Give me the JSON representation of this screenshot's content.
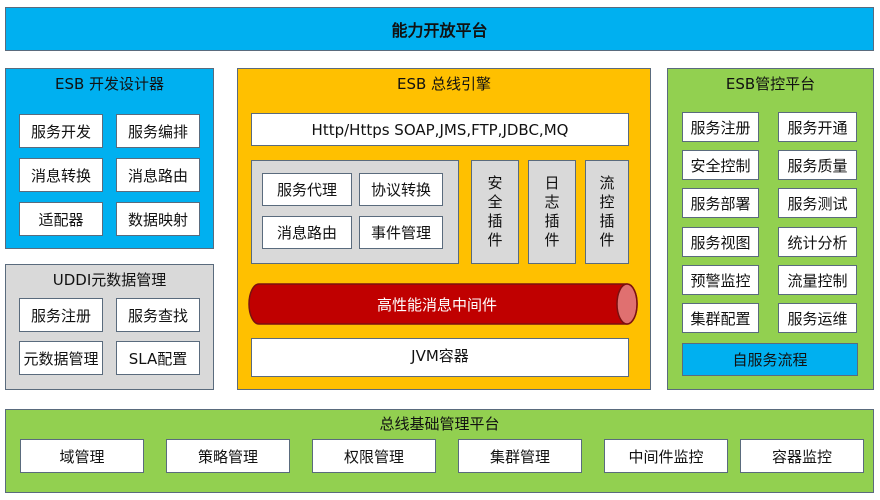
{
  "top_bar": {
    "title": "能力开放平台"
  },
  "designer": {
    "title": "ESB 开发设计器",
    "items": [
      "服务开发",
      "服务编排",
      "消息转换",
      "消息路由",
      "适配器",
      "数据映射"
    ]
  },
  "uddi": {
    "title": "UDDI元数据管理",
    "items": [
      "服务注册",
      "服务查找",
      "元数据管理",
      "SLA配置"
    ]
  },
  "engine": {
    "title": "ESB 总线引擎",
    "protocols": "Http/Https SOAP,JMS,FTP,JDBC,MQ",
    "core_items": [
      "服务代理",
      "协议转换",
      "消息路由",
      "事件管理"
    ],
    "plugins": [
      "安全插件",
      "日志插件",
      "流控插件"
    ],
    "middleware": "高性能消息中间件",
    "container": "JVM容器"
  },
  "control": {
    "title": "ESB管控平台",
    "items": [
      "服务注册",
      "服务开通",
      "安全控制",
      "服务质量",
      "服务部署",
      "服务测试",
      "服务视图",
      "统计分析",
      "预警监控",
      "流量控制",
      "集群配置",
      "服务运维"
    ],
    "self_service": "自服务流程"
  },
  "base": {
    "title": "总线基础管理平台",
    "items": [
      "域管理",
      "策略管理",
      "权限管理",
      "集群管理",
      "中间件监控",
      "容器监控"
    ]
  },
  "colors": {
    "blue": "#00b0f0",
    "gray": "#d9d9d9",
    "orange": "#ffc000",
    "green": "#92d050",
    "cylinder": "#c00000"
  }
}
